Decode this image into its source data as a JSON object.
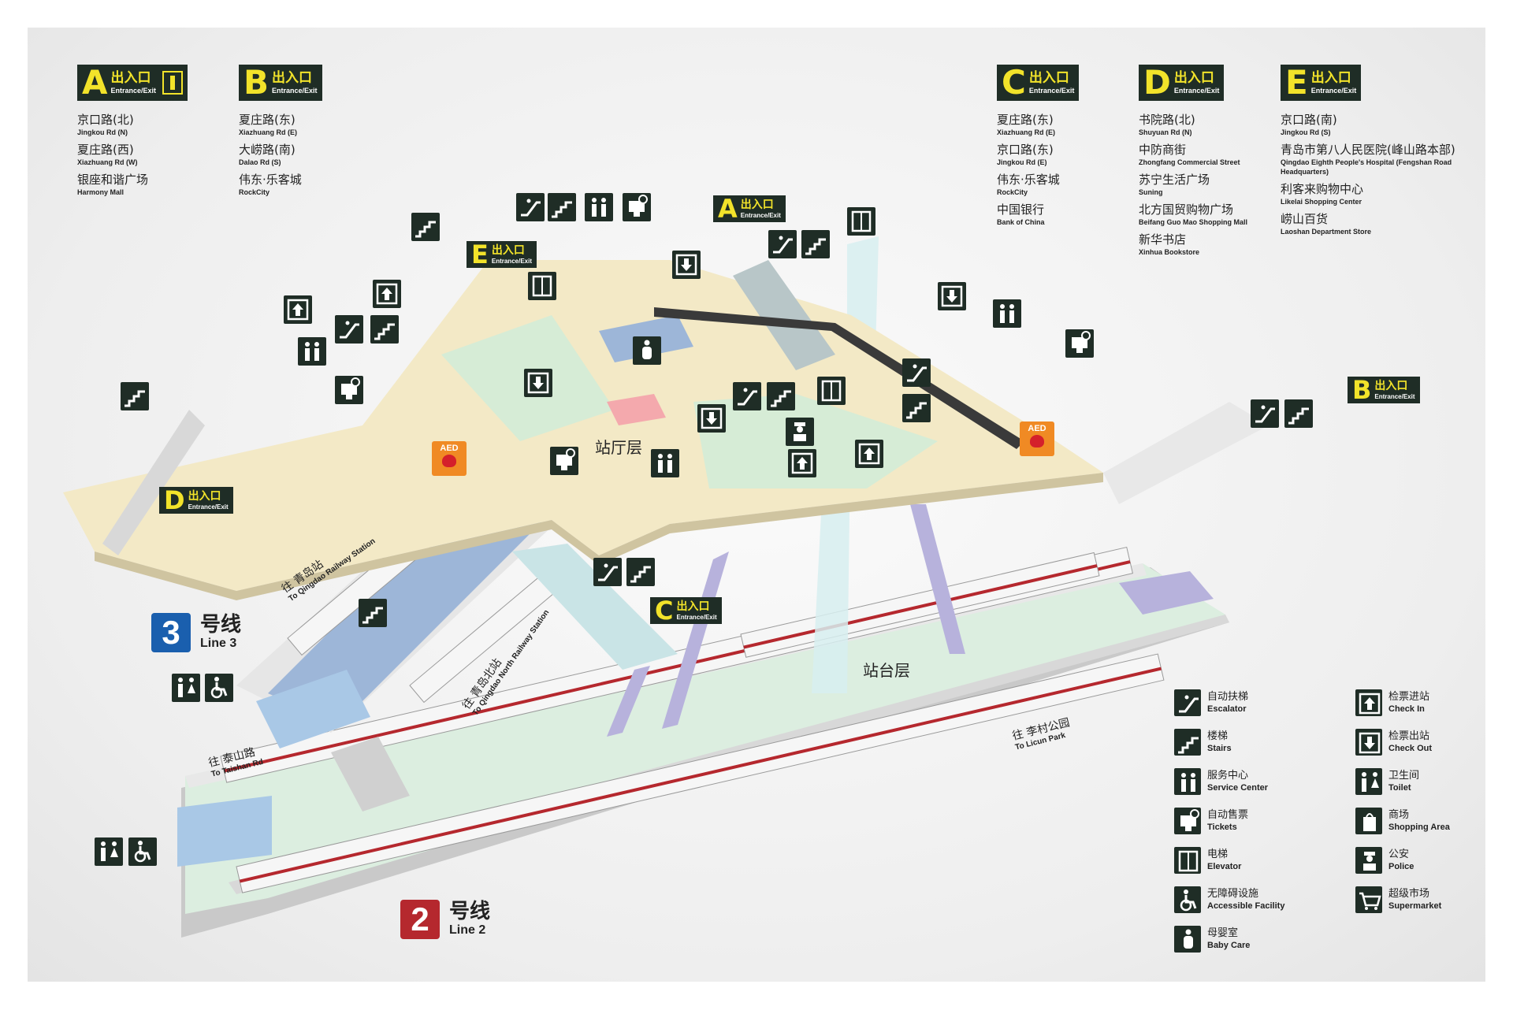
{
  "exits_top": [
    {
      "letter": "A",
      "label_cn": "出入口",
      "label_en": "Entrance/Exit",
      "accessible_lift": true,
      "destinations": [
        {
          "cn": "京口路(北)",
          "en": "Jingkou Rd (N)"
        },
        {
          "cn": "夏庄路(西)",
          "en": "Xiazhuang Rd (W)"
        },
        {
          "cn": "银座和谐广场",
          "en": "Harmony Mall"
        }
      ]
    },
    {
      "letter": "B",
      "label_cn": "出入口",
      "label_en": "Entrance/Exit",
      "accessible_lift": false,
      "destinations": [
        {
          "cn": "夏庄路(东)",
          "en": "Xiazhuang Rd (E)"
        },
        {
          "cn": "大崂路(南)",
          "en": "Dalao Rd (S)"
        },
        {
          "cn": "伟东·乐客城",
          "en": "RockCity"
        }
      ]
    },
    {
      "letter": "C",
      "label_cn": "出入口",
      "label_en": "Entrance/Exit",
      "accessible_lift": false,
      "destinations": [
        {
          "cn": "夏庄路(东)",
          "en": "Xiazhuang Rd (E)"
        },
        {
          "cn": "京口路(东)",
          "en": "Jingkou Rd (E)"
        },
        {
          "cn": "伟东·乐客城",
          "en": "RockCity"
        },
        {
          "cn": "中国银行",
          "en": "Bank of China"
        }
      ]
    },
    {
      "letter": "D",
      "label_cn": "出入口",
      "label_en": "Entrance/Exit",
      "accessible_lift": false,
      "destinations": [
        {
          "cn": "书院路(北)",
          "en": "Shuyuan Rd (N)"
        },
        {
          "cn": "中防商街",
          "en": "Zhongfang Commercial Street"
        },
        {
          "cn": "苏宁生活广场",
          "en": "Suning"
        },
        {
          "cn": "北方国贸购物广场",
          "en": "Beifang Guo Mao Shopping Mall"
        },
        {
          "cn": "新华书店",
          "en": "Xinhua Bookstore"
        }
      ]
    },
    {
      "letter": "E",
      "label_cn": "出入口",
      "label_en": "Entrance/Exit",
      "accessible_lift": false,
      "destinations": [
        {
          "cn": "京口路(南)",
          "en": "Jingkou Rd (S)"
        },
        {
          "cn": "青岛市第八人民医院(峰山路本部)",
          "en": "Qingdao Eighth People's Hospital (Fengshan Road Headquarters)"
        },
        {
          "cn": "利客来购物中心",
          "en": "Likelai Shopping Center"
        },
        {
          "cn": "崂山百货",
          "en": "Laoshan Department Store"
        }
      ]
    }
  ],
  "map_exit_signs": [
    {
      "letter": "A",
      "cn": "出入口",
      "en": "Entrance/Exit"
    },
    {
      "letter": "E",
      "cn": "出入口",
      "en": "Entrance/Exit"
    },
    {
      "letter": "D",
      "cn": "出入口",
      "en": "Entrance/Exit"
    },
    {
      "letter": "C",
      "cn": "出入口",
      "en": "Entrance/Exit"
    },
    {
      "letter": "B",
      "cn": "出入口",
      "en": "Entrance/Exit"
    }
  ],
  "levels": {
    "concourse": "站厅层",
    "platform": "站台层"
  },
  "aed": {
    "label": "AED"
  },
  "directions": [
    {
      "cn": "往 青岛站",
      "en": "To Qingdao Railway Station"
    },
    {
      "cn": "往 青岛北站",
      "en": "To Qingdao North Railway Station"
    },
    {
      "cn": "往 泰山路",
      "en": "To Taishan Rd"
    },
    {
      "cn": "往 李村公园",
      "en": "To Licun Park"
    }
  ],
  "lines": [
    {
      "num": "3",
      "cn": "号线",
      "en": "Line 3",
      "color": "#1a5fae"
    },
    {
      "num": "2",
      "cn": "号线",
      "en": "Line 2",
      "color": "#b5282e"
    }
  ],
  "legend": [
    {
      "icon": "escalator-icon",
      "cn": "自动扶梯",
      "en": "Escalator"
    },
    {
      "icon": "stairs-icon",
      "cn": "楼梯",
      "en": "Stairs"
    },
    {
      "icon": "service-center-icon",
      "cn": "服务中心",
      "en": "Service Center"
    },
    {
      "icon": "ticket-machine-icon",
      "cn": "自动售票",
      "en": "Tickets"
    },
    {
      "icon": "elevator-icon",
      "cn": "电梯",
      "en": "Elevator"
    },
    {
      "icon": "accessible-icon",
      "cn": "无障碍设施",
      "en": "Accessible Facility"
    },
    {
      "icon": "baby-care-icon",
      "cn": "母婴室",
      "en": "Baby Care"
    },
    {
      "icon": "check-in-icon",
      "cn": "检票进站",
      "en": "Check In"
    },
    {
      "icon": "check-out-icon",
      "cn": "检票出站",
      "en": "Check Out"
    },
    {
      "icon": "toilet-icon",
      "cn": "卫生间",
      "en": "Toilet"
    },
    {
      "icon": "shopping-icon",
      "cn": "商场",
      "en": "Shopping Area"
    },
    {
      "icon": "police-icon",
      "cn": "公安",
      "en": "Police"
    },
    {
      "icon": "supermarket-icon",
      "cn": "超级市场",
      "en": "Supermarket"
    }
  ],
  "colors": {
    "sign_bg": "#1f2d26",
    "sign_letter": "#f2e32a",
    "concourse_floor": "#f3e9c6",
    "paid_area": "#d6ecd6",
    "platform_floor": "#dceee0",
    "line3_track": "#9db6d8",
    "line2_accent": "#b5282e",
    "aed": "#f08a24",
    "lilac": "#b7b2dc"
  }
}
